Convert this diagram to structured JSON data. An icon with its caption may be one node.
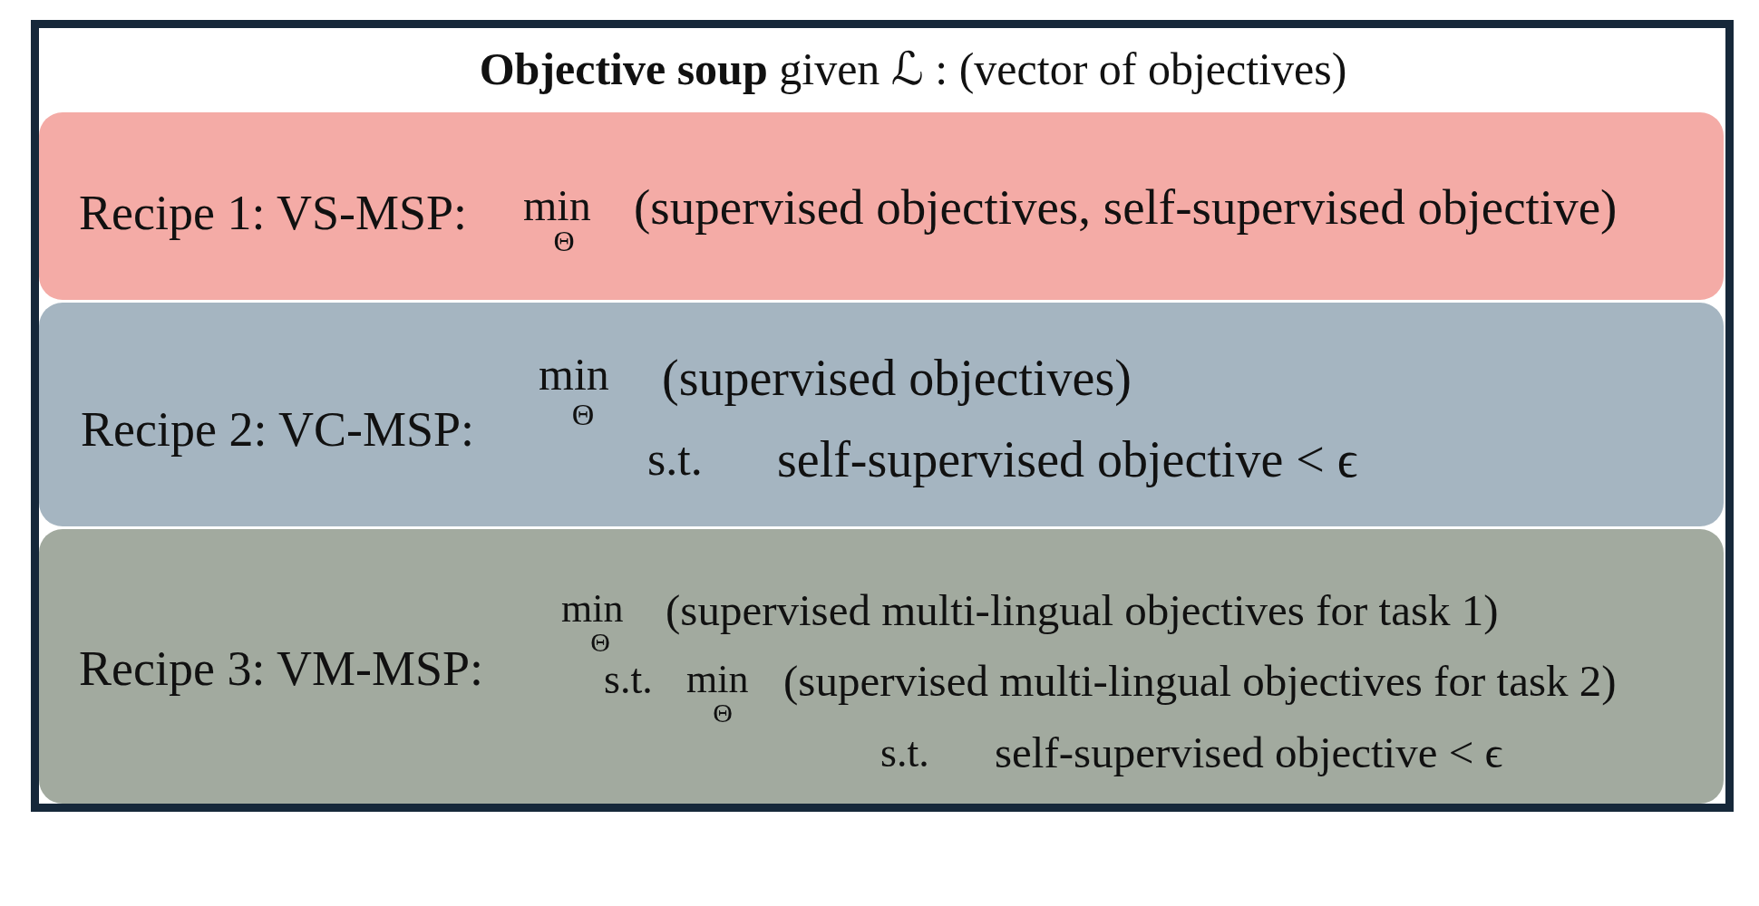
{
  "diagram": {
    "nodes": [
      {
        "text": [
          "**Objective soup** given ℒ : (vector of objectives)"
        ]
      },
      {
        "text": [
          "Recipe 1: VS-MSP:",
          "min",
          "Θ",
          "(supervised objectives, self-supervised objective)"
        ],
        "in": 0
      },
      {
        "text": [
          "Recipe 2: VC-MSP:",
          "min",
          "Θ",
          "(supervised objectives)",
          "s.t.",
          "self-supervised objective < ϵ"
        ],
        "in": 0
      },
      {
        "text": [
          "Recipe 3: VM-MSP:",
          "min",
          "Θ",
          "(supervised multi-lingual objectives for task 1)",
          "s.t.",
          "min",
          "Θ",
          "(supervised multi-lingual objectives for task 2)",
          "s.t.",
          "self-supervised objective < ϵ"
        ],
        "in": 0
      }
    ]
  }
}
